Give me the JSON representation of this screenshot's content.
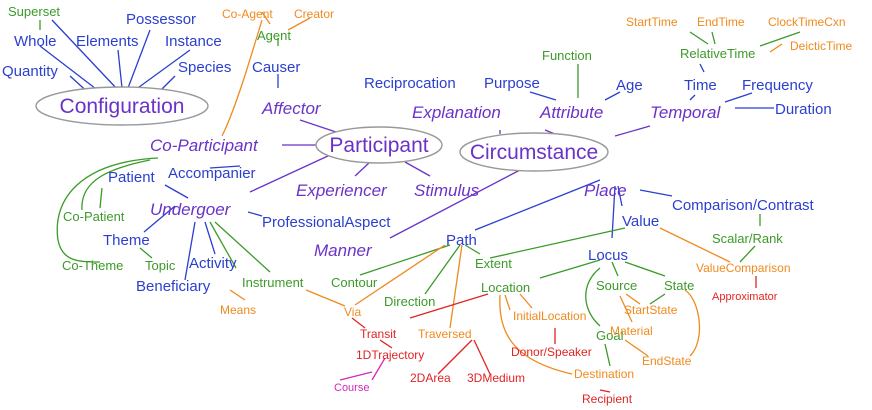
{
  "colors": {
    "blue": "#2a3fcf",
    "purple": "#6a33c8",
    "green": "#3c9a2a",
    "orange": "#f08a1e",
    "red": "#e02424",
    "magenta": "#d428b8"
  },
  "hubs": {
    "configuration": "Configuration",
    "participant": "Participant",
    "circumstance": "Circumstance"
  },
  "labels": {
    "superset": "Superset",
    "possessor": "Possessor",
    "whole": "Whole",
    "elements": "Elements",
    "instance": "Instance",
    "quantity": "Quantity",
    "species": "Species",
    "co_agent": "Co-Agent",
    "creator": "Creator",
    "agent": "Agent",
    "causer": "Causer",
    "affector": "Affector",
    "co_participant": "Co-Participant",
    "accompanier": "Accompanier",
    "patient": "Patient",
    "undergoer": "Undergoer",
    "co_patient": "Co-Patient",
    "theme": "Theme",
    "co_theme": "Co-Theme",
    "topic": "Topic",
    "activity": "Activity",
    "beneficiary": "Beneficiary",
    "instrument": "Instrument",
    "means": "Means",
    "experiencer": "Experiencer",
    "stimulus": "Stimulus",
    "professional_aspect": "ProfessionalAspect",
    "manner": "Manner",
    "contour": "Contour",
    "direction": "Direction",
    "via": "Via",
    "transit": "Transit",
    "one_d_trajectory": "1DTrajectory",
    "course": "Course",
    "traversed": "Traversed",
    "two_d_area": "2DArea",
    "three_d_medium": "3DMedium",
    "path": "Path",
    "extent": "Extent",
    "location": "Location",
    "initial_location": "InitialLocation",
    "donor_speaker": "Donor/Speaker",
    "goal": "Goal",
    "destination": "Destination",
    "recipient": "Recipient",
    "locus": "Locus",
    "source": "Source",
    "start_state": "StartState",
    "material": "Material",
    "end_state": "EndState",
    "state": "State",
    "value": "Value",
    "place": "Place",
    "comparison_contrast": "Comparison/Contrast",
    "scalar_rank": "Scalar/Rank",
    "value_comparison": "ValueComparison",
    "approximator": "Approximator",
    "reciprocation": "Reciprocation",
    "purpose": "Purpose",
    "function": "Function",
    "explanation": "Explanation",
    "attribute": "Attribute",
    "age": "Age",
    "temporal": "Temporal",
    "time": "Time",
    "frequency": "Frequency",
    "duration": "Duration",
    "relative_time": "RelativeTime",
    "start_time": "StartTime",
    "end_time": "EndTime",
    "clock_time_cxn": "ClockTimeCxn",
    "deictic_time": "DeicticTime"
  }
}
